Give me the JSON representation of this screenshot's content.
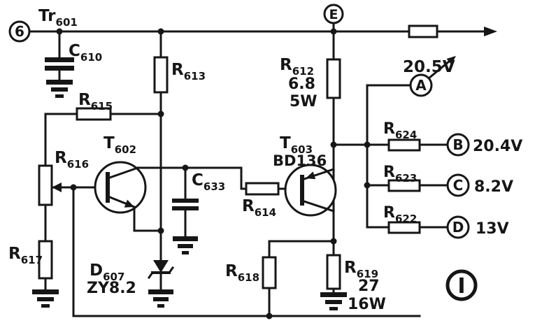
{
  "diagram": {
    "type": "circuit-schematic",
    "ink_color": "#161616",
    "terminals": {
      "t6": "6",
      "e": "E",
      "a": "A",
      "b": "B",
      "c": "C",
      "d": "D",
      "i": "I"
    },
    "voltages": {
      "a": "20.5V",
      "b": "20.4V",
      "c": "8.2V",
      "d": "13V"
    },
    "parts": {
      "tr601": {
        "prefix": "Tr",
        "sub": "601"
      },
      "c610": {
        "prefix": "C",
        "sub": "610"
      },
      "r613": {
        "prefix": "R",
        "sub": "613"
      },
      "r615": {
        "prefix": "R",
        "sub": "615"
      },
      "r616": {
        "prefix": "R",
        "sub": "616"
      },
      "r617": {
        "prefix": "R",
        "sub": "617"
      },
      "r612": {
        "prefix": "R",
        "sub": "612",
        "value": "6.8",
        "power": "5W"
      },
      "t602": {
        "prefix": "T",
        "sub": "602"
      },
      "t603": {
        "prefix": "T",
        "sub": "603",
        "type": "BD136"
      },
      "c633": {
        "prefix": "C",
        "sub": "633"
      },
      "r614": {
        "prefix": "R",
        "sub": "614"
      },
      "d607": {
        "prefix": "D",
        "sub": "607",
        "type": "ZY8.2"
      },
      "r618": {
        "prefix": "R",
        "sub": "618"
      },
      "r619": {
        "prefix": "R",
        "sub": "619",
        "value": "27",
        "power": "16W"
      },
      "r624": {
        "prefix": "R",
        "sub": "624"
      },
      "r623": {
        "prefix": "R",
        "sub": "623"
      },
      "r622": {
        "prefix": "R",
        "sub": "622"
      }
    }
  }
}
